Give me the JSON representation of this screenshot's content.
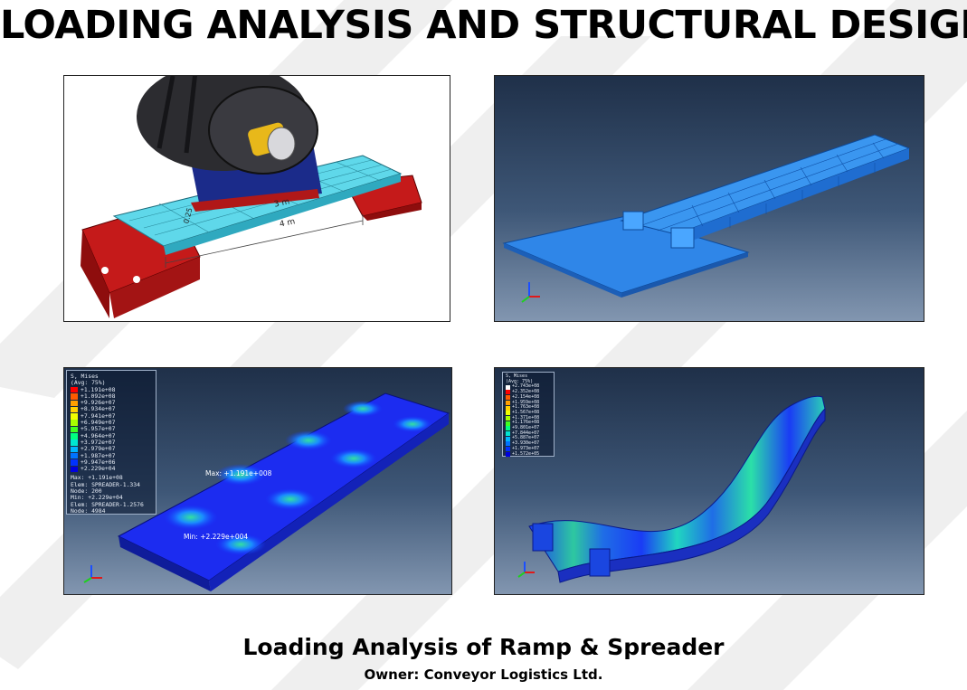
{
  "page": {
    "title": "LOADING ANALYSIS AND STRUCTURAL DESIGN",
    "caption": "Loading Analysis of Ramp & Spreader",
    "owner": "Owner: Conveyor Logistics Ltd."
  },
  "panel1": {
    "dim_width": "3 m",
    "dim_height": "0.25",
    "dim_length": "4 m"
  },
  "panel3": {
    "legend_title": "S, Mises",
    "legend_avg": "(Avg: 75%)",
    "legend_values": [
      "+1.191e+08",
      "+1.092e+08",
      "+9.926e+07",
      "+8.934e+07",
      "+7.941e+07",
      "+6.949e+07",
      "+5.957e+07",
      "+4.964e+07",
      "+3.972e+07",
      "+2.979e+07",
      "+1.987e+07",
      "+9.947e+06",
      "+2.229e+04"
    ],
    "legend_colors": [
      "#ff0000",
      "#ff5a00",
      "#ffa000",
      "#ffd200",
      "#f0ff00",
      "#a8ff00",
      "#40ff20",
      "#00ff80",
      "#00e6d2",
      "#00b4ff",
      "#0073ff",
      "#0032ff",
      "#0000e0"
    ],
    "max_line1": "Max: +1.191e+08",
    "max_line2": "Elem: SPREADER-1.334",
    "max_line3": "Node: 200",
    "min_line1": "Min: +2.229e+04",
    "min_line2": "Elem: SPREADER-1.2576",
    "min_line3": "Node: 4984",
    "max_label": "Max: +1.191e+008",
    "min_label": "Min: +2.229e+004"
  },
  "panel4": {
    "legend_title": "S, Mises",
    "legend_avg": "(Avg: 75%)",
    "legend_values": [
      "+2.743e+08",
      "+2.352e+08",
      "+2.154e+08",
      "+1.959e+08",
      "+1.763e+08",
      "+1.567e+08",
      "+1.371e+08",
      "+1.176e+08",
      "+9.801e+07",
      "+7.844e+07",
      "+5.887e+07",
      "+3.930e+07",
      "+1.973e+07",
      "+1.572e+05"
    ],
    "legend_colors": [
      "#ffffff",
      "#ff0000",
      "#ff5a00",
      "#ffa000",
      "#ffd200",
      "#f0ff00",
      "#a8ff00",
      "#40ff20",
      "#00ff80",
      "#00e6d2",
      "#00b4ff",
      "#0073ff",
      "#0032ff",
      "#0000e0"
    ]
  }
}
